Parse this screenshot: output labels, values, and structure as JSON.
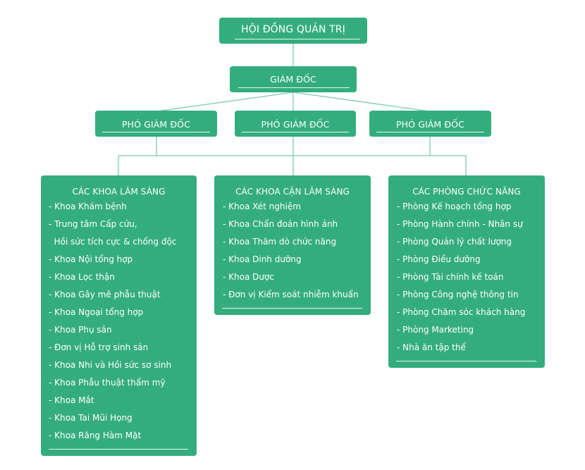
{
  "colors": {
    "box_fill": "#34ad7e",
    "connector": "#7dcbb0",
    "text": "#ffffff"
  },
  "board": {
    "label": "HỘI ĐỒNG QUẢN TRỊ"
  },
  "director": {
    "label": "GIÁM ĐỐC"
  },
  "deputies": [
    {
      "label": "PHÓ GIÁM ĐỐC"
    },
    {
      "label": "PHÓ GIÁM ĐỐC"
    },
    {
      "label": "PHÓ GIÁM ĐỐC"
    }
  ],
  "departments": [
    {
      "title": "CÁC KHOA LÂM SÀNG",
      "items": [
        "- Khoa Khám bệnh",
        "- Trung tâm Cấp cứu,",
        "  Hồi sức tích cực & chống độc",
        "- Khoa Nội tổng hợp",
        "- Khoa Lọc thận",
        "- Khoa Gây mê phẫu thuật",
        "- Khoa Ngoại tổng hợp",
        "- Khoa Phụ sản",
        "- Đơn vị Hỗ trợ sinh sản",
        "- Khoa Nhi và Hồi sức sơ sinh",
        "- Khoa Phẫu thuật thẩm mỹ",
        "- Khoa Mắt",
        "- Khoa Tai Mũi Họng",
        "- Khoa Răng Hàm Mặt"
      ]
    },
    {
      "title": "CÁC KHOA CẬN LÂM SÀNG",
      "items": [
        "- Khoa Xét nghiệm",
        "- Khoa Chẩn đoán hình ảnh",
        "- Khoa Thăm dò chức năng",
        "- Khoa Dinh dưỡng",
        "- Khoa Dược",
        "- Đơn vị Kiểm soát nhiễm khuẩn"
      ]
    },
    {
      "title": "CÁC PHÒNG CHỨC NĂNG",
      "items": [
        "- Phòng Kế hoạch tổng hợp",
        "- Phòng Hành chính - Nhân sự",
        "- Phòng Quản lý chất lượng",
        "- Phòng Điều dưỡng",
        "- Phòng Tài chính kế toán",
        "- Phòng Công nghệ thông tin",
        "- Phòng Chăm sóc khách hàng",
        "- Phòng Marketing",
        "- Nhà ăn tập thể"
      ]
    }
  ]
}
